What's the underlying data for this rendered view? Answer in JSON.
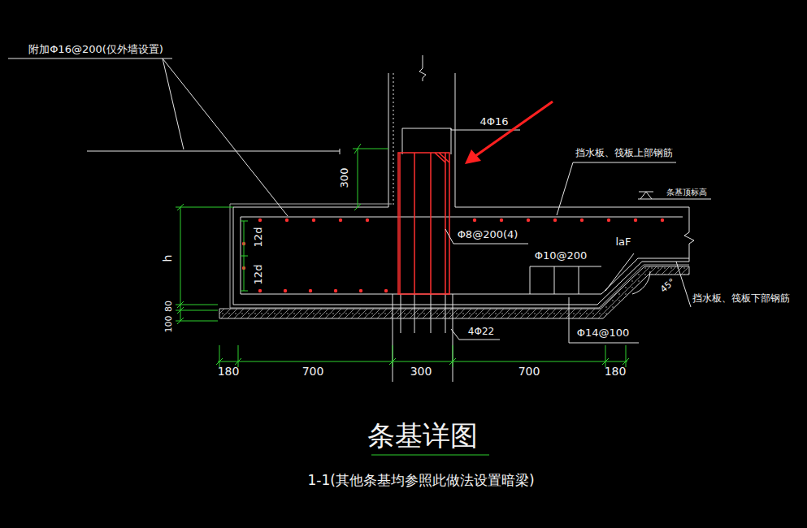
{
  "diagram": {
    "title": "条基详图",
    "caption": "1-1(其他条基均参照此做法设置暗梁)",
    "labels": [
      "附加Φ16@200(仅外墙设置)",
      "4Φ16",
      "挡水板、筏板上部钢筋",
      "条基顶标高",
      "300",
      "h",
      "12d",
      "12d",
      "80",
      "100",
      "Φ8@200(4)",
      "laF",
      "Φ10@200",
      "45°",
      "挡水板、筏板下部钢筋",
      "4Φ22",
      "Φ14@100",
      "180",
      "700",
      "300",
      "700",
      "180"
    ]
  }
}
